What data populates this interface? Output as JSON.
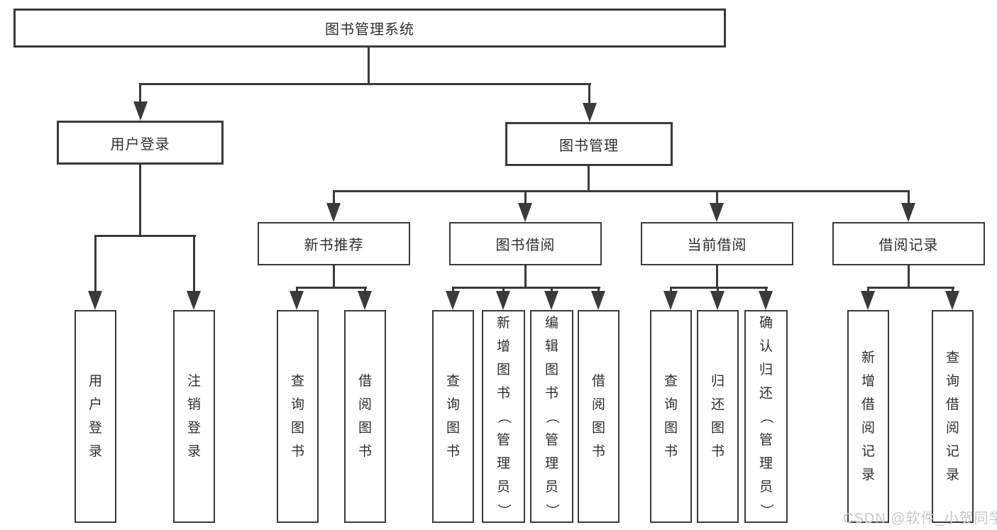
{
  "colors": {
    "line": "#3a3a3a",
    "box_border": "#3a3a3a",
    "text": "#2f2f2f",
    "watermark": "#c7c7c7",
    "background": "#ffffff"
  },
  "tree": {
    "root": {
      "label": "图书管理系统"
    },
    "branches": [
      {
        "label": "用户登录",
        "children": [
          {
            "label": "用户登录"
          },
          {
            "label": "注销登录"
          }
        ]
      },
      {
        "label": "图书管理",
        "children": [
          {
            "label": "新书推荐",
            "children": [
              {
                "label": "查询图书"
              },
              {
                "label": "借阅图书"
              }
            ]
          },
          {
            "label": "图书借阅",
            "children": [
              {
                "label": "查询图书"
              },
              {
                "label": "新增图书（管理员）"
              },
              {
                "label": "编辑图书（管理员）"
              },
              {
                "label": "借阅图书"
              }
            ]
          },
          {
            "label": "当前借阅",
            "children": [
              {
                "label": "查询图书"
              },
              {
                "label": "归还图书"
              },
              {
                "label": "确认归还（管理员）"
              }
            ]
          },
          {
            "label": "借阅记录",
            "children": [
              {
                "label": "新增借阅记录"
              },
              {
                "label": "查询借阅记录"
              }
            ]
          }
        ]
      }
    ]
  },
  "watermark": {
    "text": "CSDN @软件_小贺同学"
  }
}
